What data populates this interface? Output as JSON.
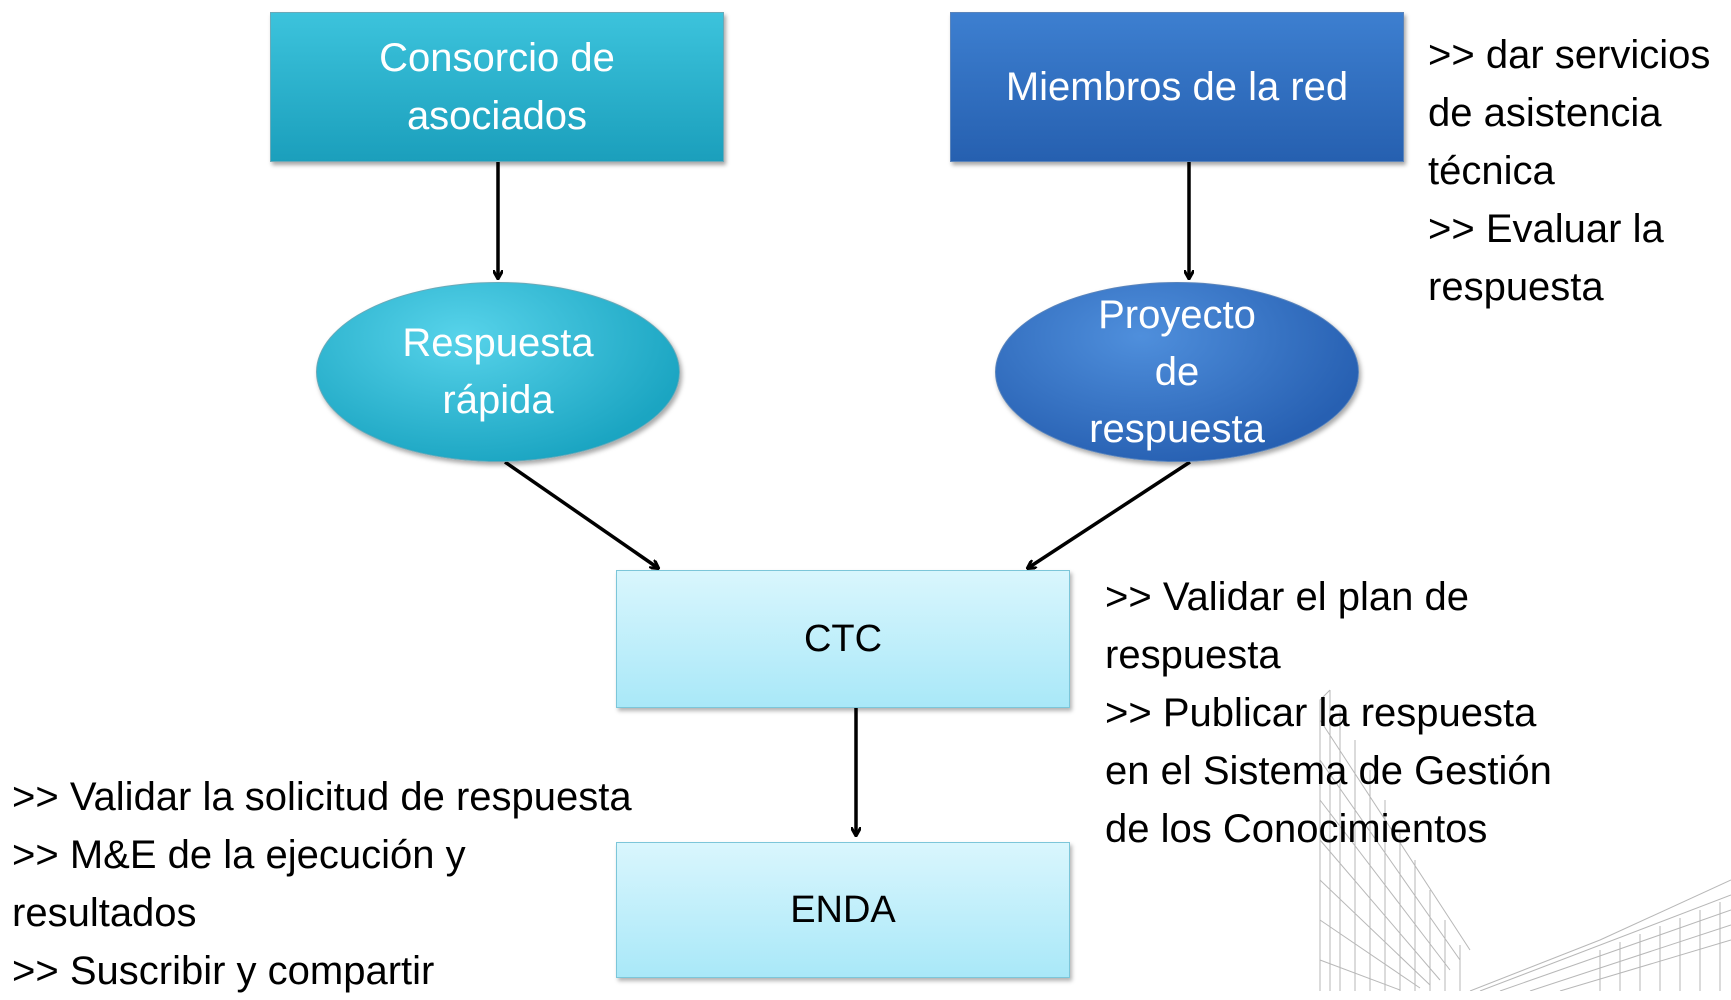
{
  "nodes": {
    "consorcio": "Consorcio de\nasociados",
    "miembros": "Miembros de la red",
    "respuesta_rapida": "Respuesta\nrápida",
    "proyecto": "Proyecto\nde\nrespuesta",
    "ctc": "CTC",
    "enda": "ENDA"
  },
  "notes": {
    "miembros": ">> dar servicios\nde asistencia\ntécnica\n>> Evaluar la\nrespuesta",
    "ctc": ">> Validar el plan de\nrespuesta\n>> Publicar la respuesta\nen el Sistema de Gestión\nde los Conocimientos",
    "enda": ">> Validar la solicitud de respuesta\n>> M&E  de la ejecución y\nresultados\n>> Suscribir y compartir"
  },
  "colors": {
    "teal": "#1b9fbc",
    "blue": "#2660b0",
    "light": "#a9e8f8",
    "arrow": "#000000"
  }
}
